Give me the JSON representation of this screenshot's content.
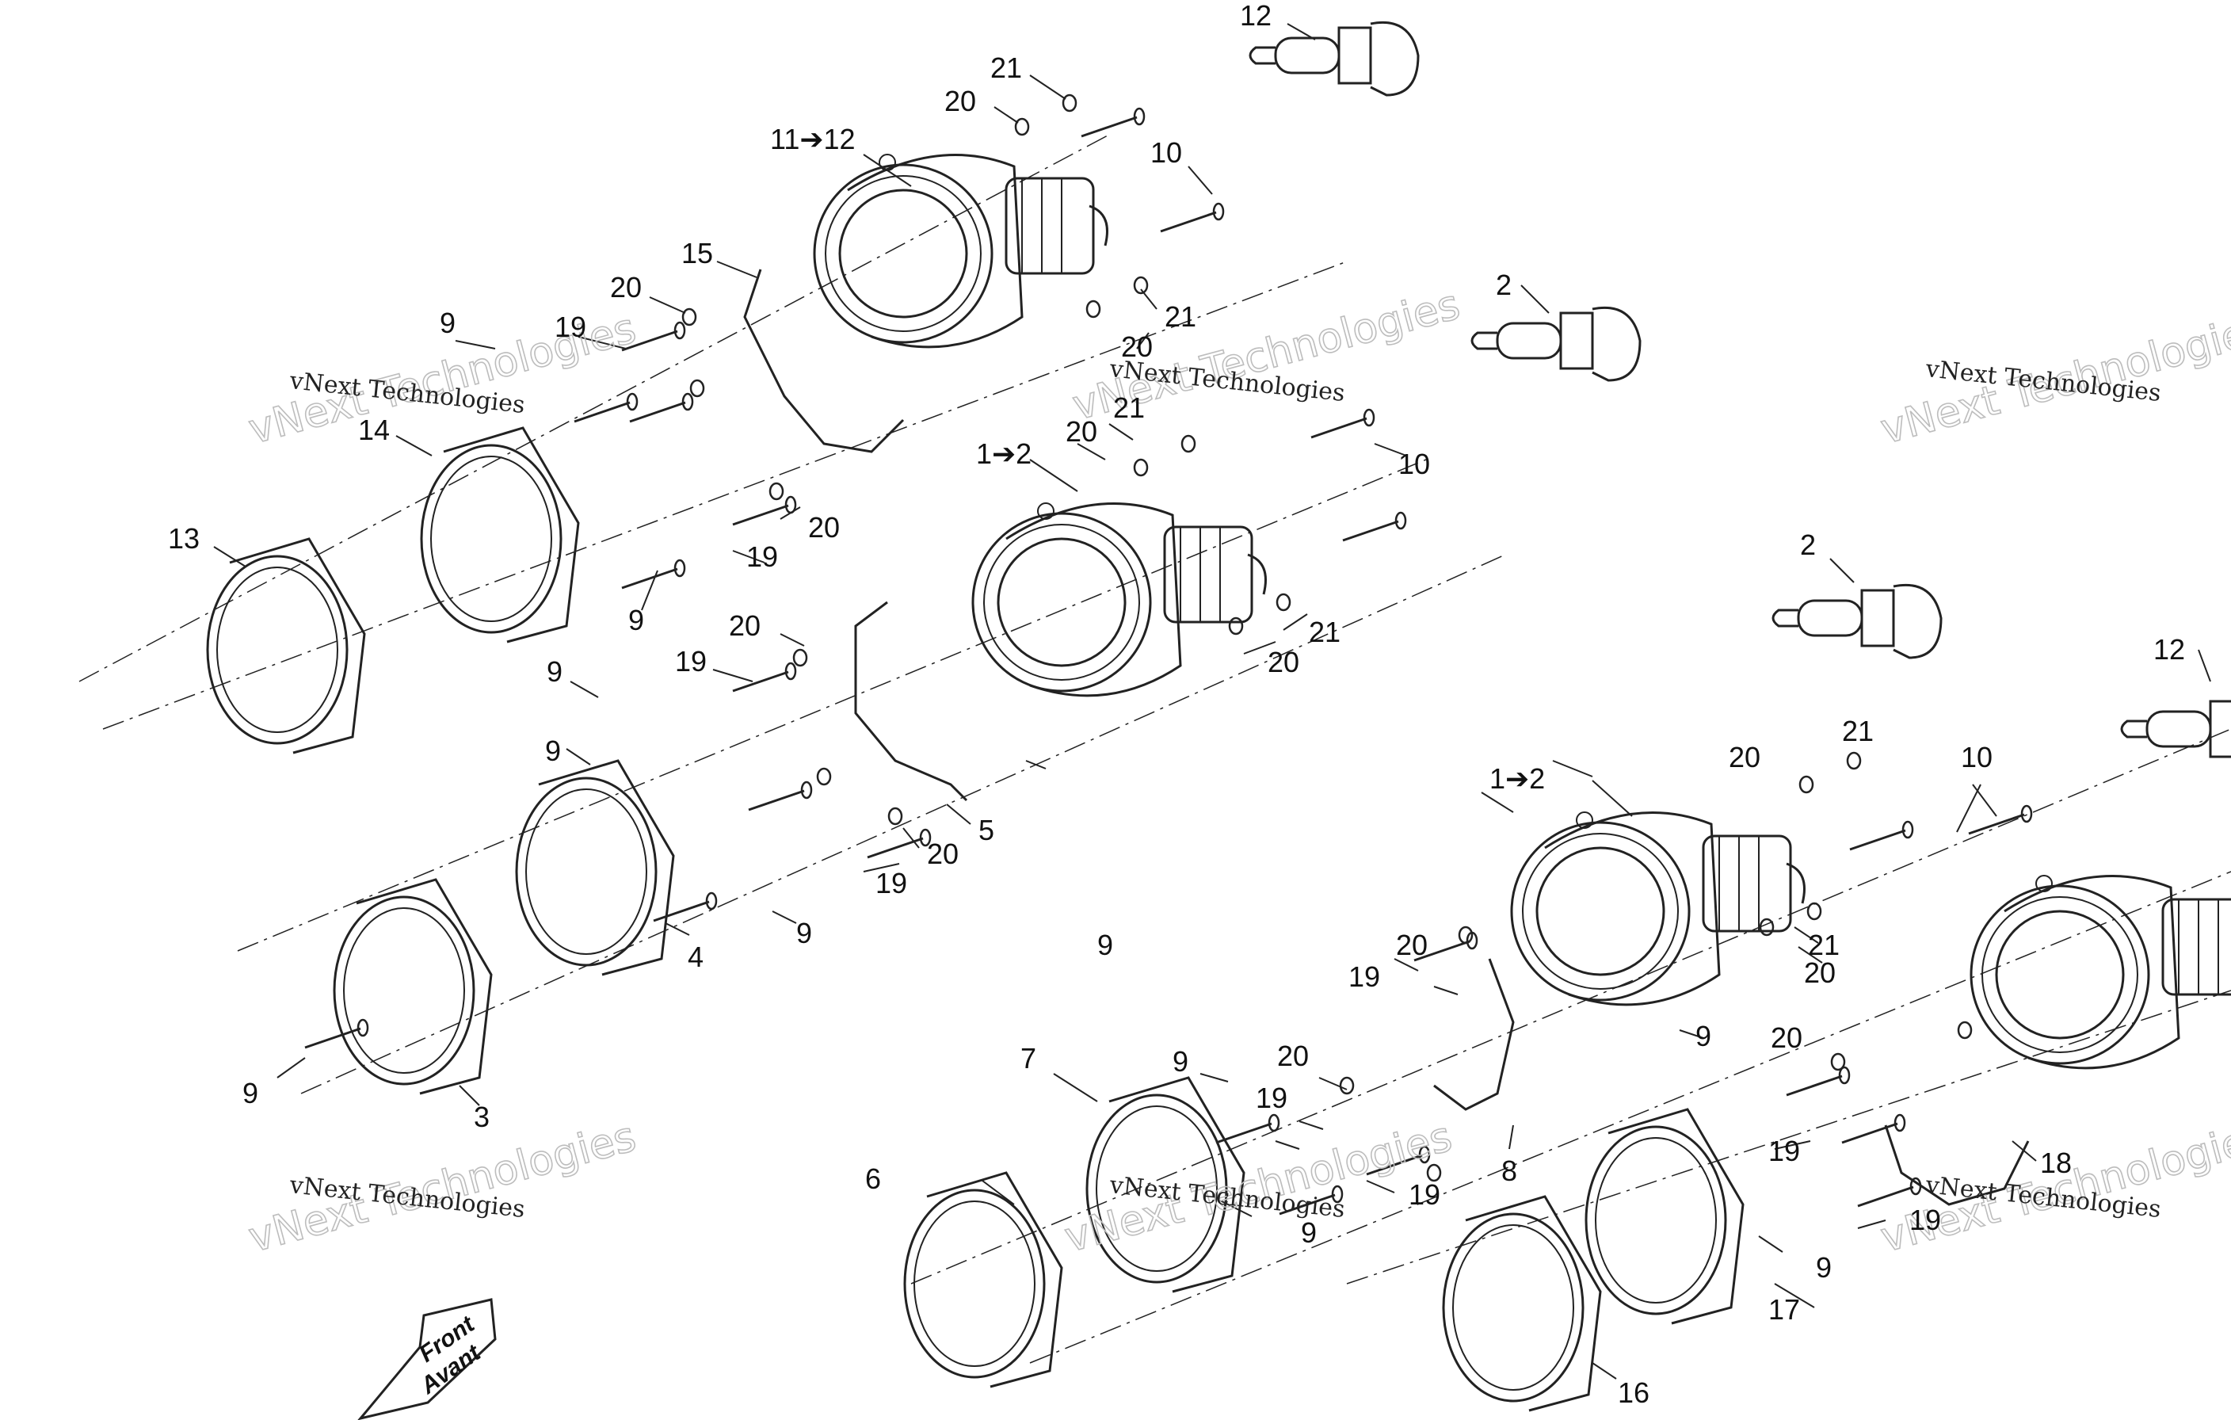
{
  "diagram": {
    "background": "#ffffff",
    "line_color": "#222222",
    "watermark": {
      "line1": "vNext Technologies",
      "line2": "vNext Technologies"
    },
    "front_arrow": {
      "line1": "Front",
      "line2": "Avant"
    },
    "callouts": [
      "1",
      "1",
      "2",
      "2",
      "3",
      "4",
      "5",
      "6",
      "7",
      "8",
      "9",
      "10",
      "11",
      "12",
      "12",
      "13",
      "14",
      "15",
      "16",
      "17",
      "18",
      "19",
      "20",
      "21"
    ],
    "labels": {
      "l12top": "12",
      "l21a": "21",
      "l20a": "20",
      "l11to12": "11➔12",
      "l10a": "10",
      "l15": "15",
      "l20b": "20",
      "l19a": "19",
      "l9a": "9",
      "l21b": "21",
      "l20c": "20",
      "l2a": "2",
      "l21c": "21",
      "l20d": "20",
      "l1to2a": "1➔2",
      "l10b": "10",
      "l14": "14",
      "l13": "13",
      "l20e": "20",
      "l19b": "19",
      "l9b": "9",
      "l2b": "2",
      "l20f": "20",
      "l19c": "19",
      "l21d": "21",
      "l20g": "20",
      "l12r": "12",
      "l9c": "9",
      "l9d": "9",
      "l5": "5",
      "l20h": "20",
      "l19d": "19",
      "l9e": "9",
      "l4": "4",
      "l21e": "21",
      "l20i": "20",
      "l1to2b": "1➔2",
      "l10c": "10",
      "l9f": "9",
      "l3": "3",
      "l9g": "9",
      "l20j": "20",
      "l19e": "19",
      "l21f": "21",
      "l20k": "20",
      "l7": "7",
      "l9h": "9",
      "l20l": "20",
      "l19f": "19",
      "l9i": "9",
      "l20m": "20",
      "l19g": "19",
      "l6": "6",
      "l19h": "19",
      "l8": "8",
      "l18": "18",
      "l9j": "9",
      "l19i": "19",
      "l9k": "9",
      "l17": "17",
      "l16": "16"
    }
  }
}
